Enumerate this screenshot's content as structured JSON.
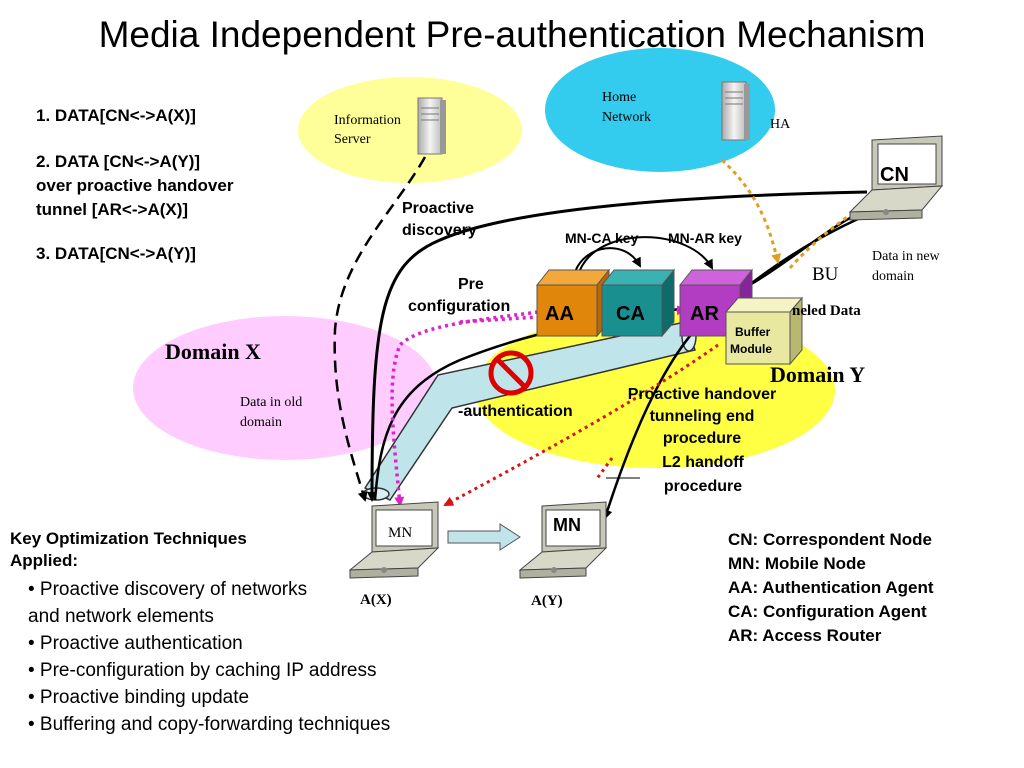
{
  "title": "Media Independent Pre-authentication Mechanism",
  "data_steps": [
    "1.  DATA[CN<->A(X)]",
    "2. DATA [CN<->A(Y)]",
    "over proactive handover",
    "tunnel [AR<->A(X)]",
    "3.  DATA[CN<->A(Y)]"
  ],
  "nodes": {
    "info_server": "Information",
    "info_server_2": "Server",
    "home_network": "Home",
    "home_network_2": "Network",
    "ha": "HA",
    "cn": "CN",
    "aa": "AA",
    "ca": "CA",
    "ar": "AR",
    "buffer_module": "Buffer",
    "buffer_module_2": "Module",
    "mn_x": "MN",
    "mn_y": "MN",
    "a_x": "A(X)",
    "a_y": "A(Y)"
  },
  "labels": {
    "proactive_discovery": "Proactive",
    "proactive_discovery_2": "discovery",
    "pre_configuration": "Pre",
    "pre_configuration_2": "configuration",
    "mn_ca_key": "MN-CA key",
    "mn_ar_key": "MN-AR key",
    "bu": "BU",
    "data_new_domain": "Data in new",
    "data_new_domain_2": "domain",
    "tunneled_data": "neled Data",
    "domain_x": "Domain X",
    "domain_y": "Domain Y",
    "data_old_domain": "Data in old",
    "data_old_domain_2": "domain",
    "pre_authentication": "-authentication",
    "handover_end": "Proactive handover",
    "handover_end_2": "tunneling end",
    "handover_end_3": "procedure",
    "l2_handoff": "L2 handoff",
    "l2_handoff_2": "procedure"
  },
  "techniques": {
    "heading": "Key Optimization  Techniques",
    "heading_2": "Applied:",
    "items": [
      "• Proactive discovery of networks",
      "and network elements",
      "• Proactive authentication",
      "• Pre-configuration by caching IP address",
      "• Proactive binding update",
      "• Buffering and copy-forwarding techniques"
    ]
  },
  "glossary": [
    "CN: Correspondent Node",
    "MN: Mobile Node",
    "AA: Authentication Agent",
    "CA: Configuration Agent",
    "AR: Access Router"
  ],
  "colors": {
    "info_server_cloud": "#ffff99",
    "home_network_cloud": "#33ccee",
    "domain_x": "#ffccff",
    "domain_y": "#ffff44",
    "aa_box": "#e0860a",
    "ca_box": "#1a8f8f",
    "ar_box": "#b23cc2",
    "buffer_box": "#e8e8a0",
    "tunnel": "#bfe4ea",
    "preauth_dotted": "#dd22cc",
    "handover_dotted": "#dd1111",
    "ha_dotted": "#dda020",
    "block_sign": "#dd0000",
    "move_arrow": "#bfe4ea"
  }
}
